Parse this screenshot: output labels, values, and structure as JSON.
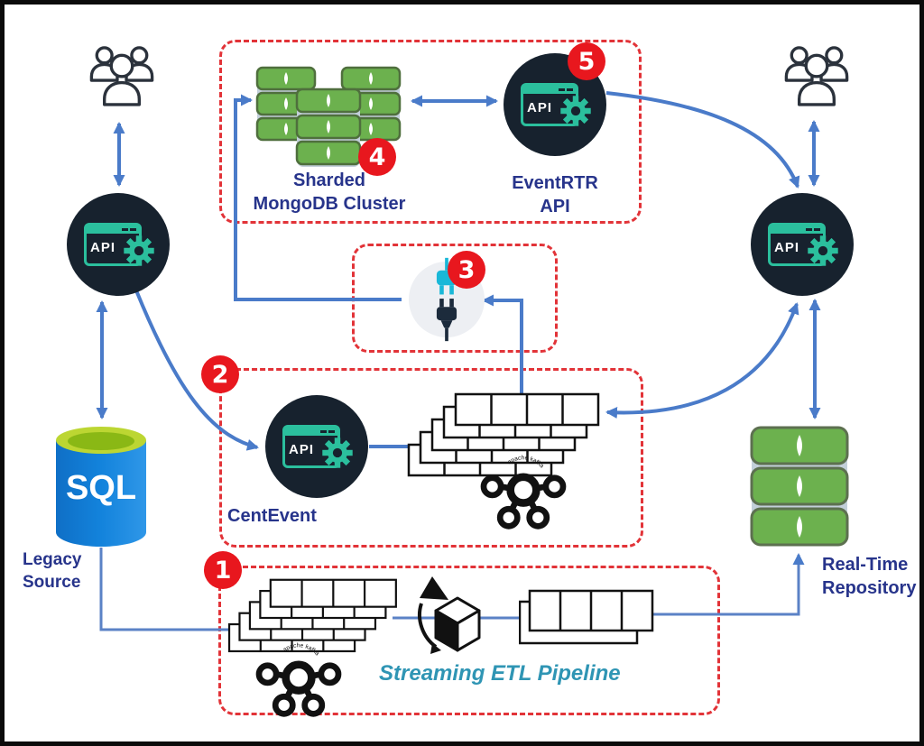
{
  "labels": {
    "api": "API",
    "sql": "SQL",
    "sharded_cluster": [
      "Sharded",
      "MongoDB  Cluster"
    ],
    "eventrtr": [
      "EventRTR",
      "API"
    ],
    "centevent": "CentEvent",
    "legacy_source": [
      "Legacy",
      "Source"
    ],
    "realtime_repository": [
      "Real-Time",
      "Repository"
    ],
    "streaming_etl": "Streaming ETL Pipeline",
    "kafka_arc_text": "apache kafka"
  },
  "badges": [
    "1",
    "2",
    "3",
    "4",
    "5"
  ],
  "colors": {
    "arrow_blue": "#4a7bc9",
    "dashed_border_red": "#e23338",
    "badge_red": "#e8171e",
    "label_navy": "#27348b",
    "streaming_teal": "#2f95b4",
    "api_circle_dark": "#17222e",
    "api_teal": "#2bbf9d",
    "mongo_green": "#6cb14e",
    "mongo_border": "#4f6f3d",
    "sql_blue": "#1383dc",
    "sql_top_green": "#9bc41e",
    "plug_cyan": "#19b8d8",
    "plug_navy": "#1c2b3c"
  },
  "icons": {
    "users": "users-icon",
    "api": "api-window-gear-icon",
    "kafka": "kafka-icon",
    "plug": "plug-connector-icon",
    "transform": "cube-transform-icon",
    "queue_stack": "queue-stack-icon",
    "queue_single": "queue-row-icon",
    "database_cluster": "sharded-database-icon",
    "database_repo": "database-stack-icon",
    "sql_database": "sql-database-icon"
  }
}
